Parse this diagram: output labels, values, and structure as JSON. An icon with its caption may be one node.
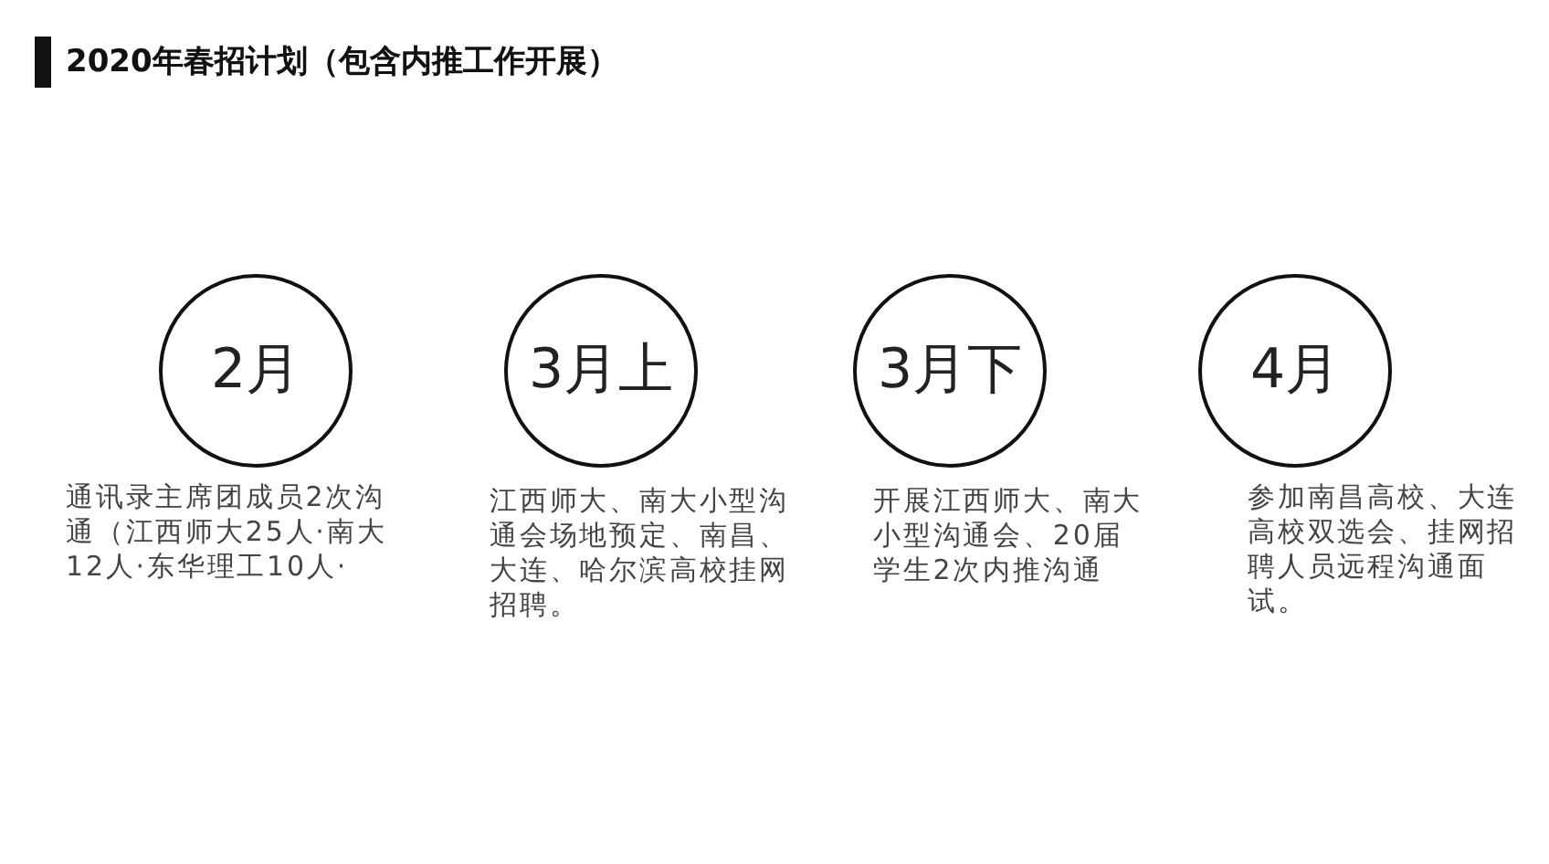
{
  "diagram": {
    "title": "2020年春招计划（包含内推工作开展）",
    "nodes": [
      {
        "text": [
          "2月"
        ],
        "beside": [
          "通讯录主席团成员2次沟通（江西师大25人·南大12人·东华理工10人·"
        ]
      },
      {
        "text": [
          "3月上"
        ],
        "beside": [
          "江西师大、南大小型沟通会场地预定、南昌、大连、哈尔滨高校挂网招聘。"
        ]
      },
      {
        "text": [
          "3月下"
        ],
        "beside": [
          "开展江西师大、南大小型沟通会、20届学生2次内推沟通"
        ]
      },
      {
        "text": [
          "4月"
        ],
        "beside": [
          "参加南昌高校、大连高校双选会、挂网招聘人员远程沟通面试。"
        ]
      }
    ]
  }
}
